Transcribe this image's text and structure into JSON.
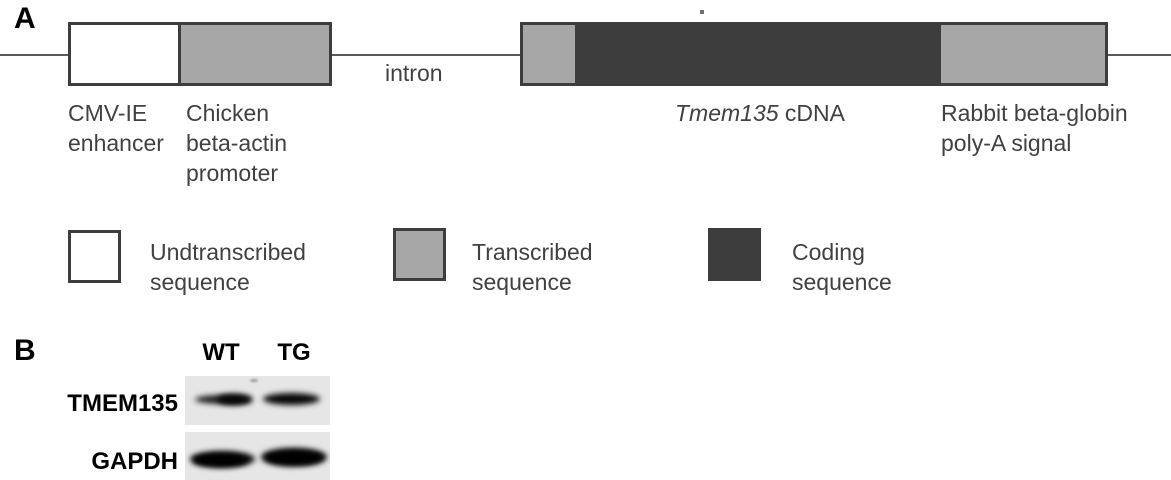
{
  "figure": {
    "panels": [
      {
        "id": "A",
        "letter": "A"
      },
      {
        "id": "B",
        "letter": "B"
      }
    ]
  },
  "construct": {
    "intron_label": "intron",
    "elements": [
      {
        "name": "cmv-ie-enhancer",
        "fill": "white",
        "label": "CMV-IE\nenhancer"
      },
      {
        "name": "chicken-beta-actin-promoter",
        "fill": "gray",
        "label": "Chicken\nbeta-actin\npromoter"
      },
      {
        "name": "transcribed-leader",
        "fill": "gray",
        "label": ""
      },
      {
        "name": "tmem135-cdna",
        "fill": "dark",
        "label_italic": "Tmem135",
        "label_roman": " cDNA"
      },
      {
        "name": "rabbit-beta-globin-polya",
        "fill": "gray",
        "label": "Rabbit beta-globin\npoly-A signal"
      }
    ]
  },
  "legend": {
    "items": [
      {
        "swatch": "white",
        "label": "Undtranscribed\nsequence"
      },
      {
        "swatch": "gray",
        "label": "Transcribed\nsequence"
      },
      {
        "swatch": "dark",
        "label": "Coding\nsequence"
      }
    ]
  },
  "blot": {
    "lane_headers": [
      "WT",
      "TG"
    ],
    "rows": [
      {
        "name": "tmem135",
        "label": "TMEM135"
      },
      {
        "name": "gapdh",
        "label": "GAPDH"
      }
    ]
  },
  "colors": {
    "untranscribed": "#ffffff",
    "transcribed": "#a7a7a7",
    "coding": "#3d3d3d",
    "outline": "#3d3d3d",
    "backbone": "#5a5a5a",
    "label_text": "#414141",
    "blot_background": "#e6e6e6",
    "band": "#111111"
  }
}
